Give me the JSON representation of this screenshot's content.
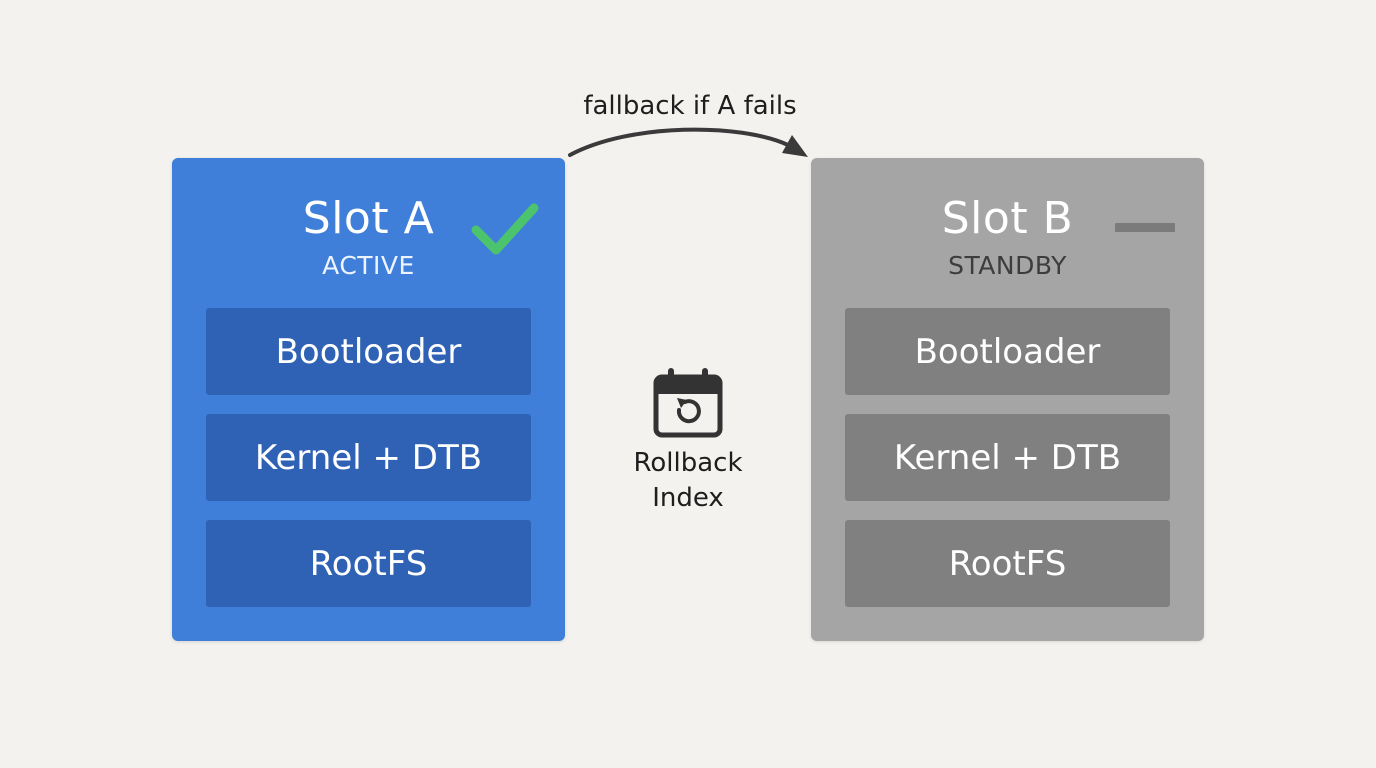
{
  "slots": {
    "a": {
      "title": "Slot A",
      "status": "ACTIVE",
      "partitions": [
        "Bootloader",
        "Kernel + DTB",
        "RootFS"
      ],
      "state_icon": "checkmark-icon",
      "color": "#3f7fd9"
    },
    "b": {
      "title": "Slot B",
      "status": "STANDBY",
      "partitions": [
        "Bootloader",
        "Kernel + DTB",
        "RootFS"
      ],
      "state_icon": "dash-icon",
      "color": "#a5a5a5"
    }
  },
  "fallback": {
    "label": "fallback if A fails"
  },
  "rollback": {
    "label_line1": "Rollback",
    "label_line2": "Index",
    "icon": "calendar-rollback-icon"
  },
  "colors": {
    "background": "#f4f2ee",
    "check": "#4cc46e",
    "partition_a": "#2f62b4",
    "partition_b": "#808080"
  }
}
